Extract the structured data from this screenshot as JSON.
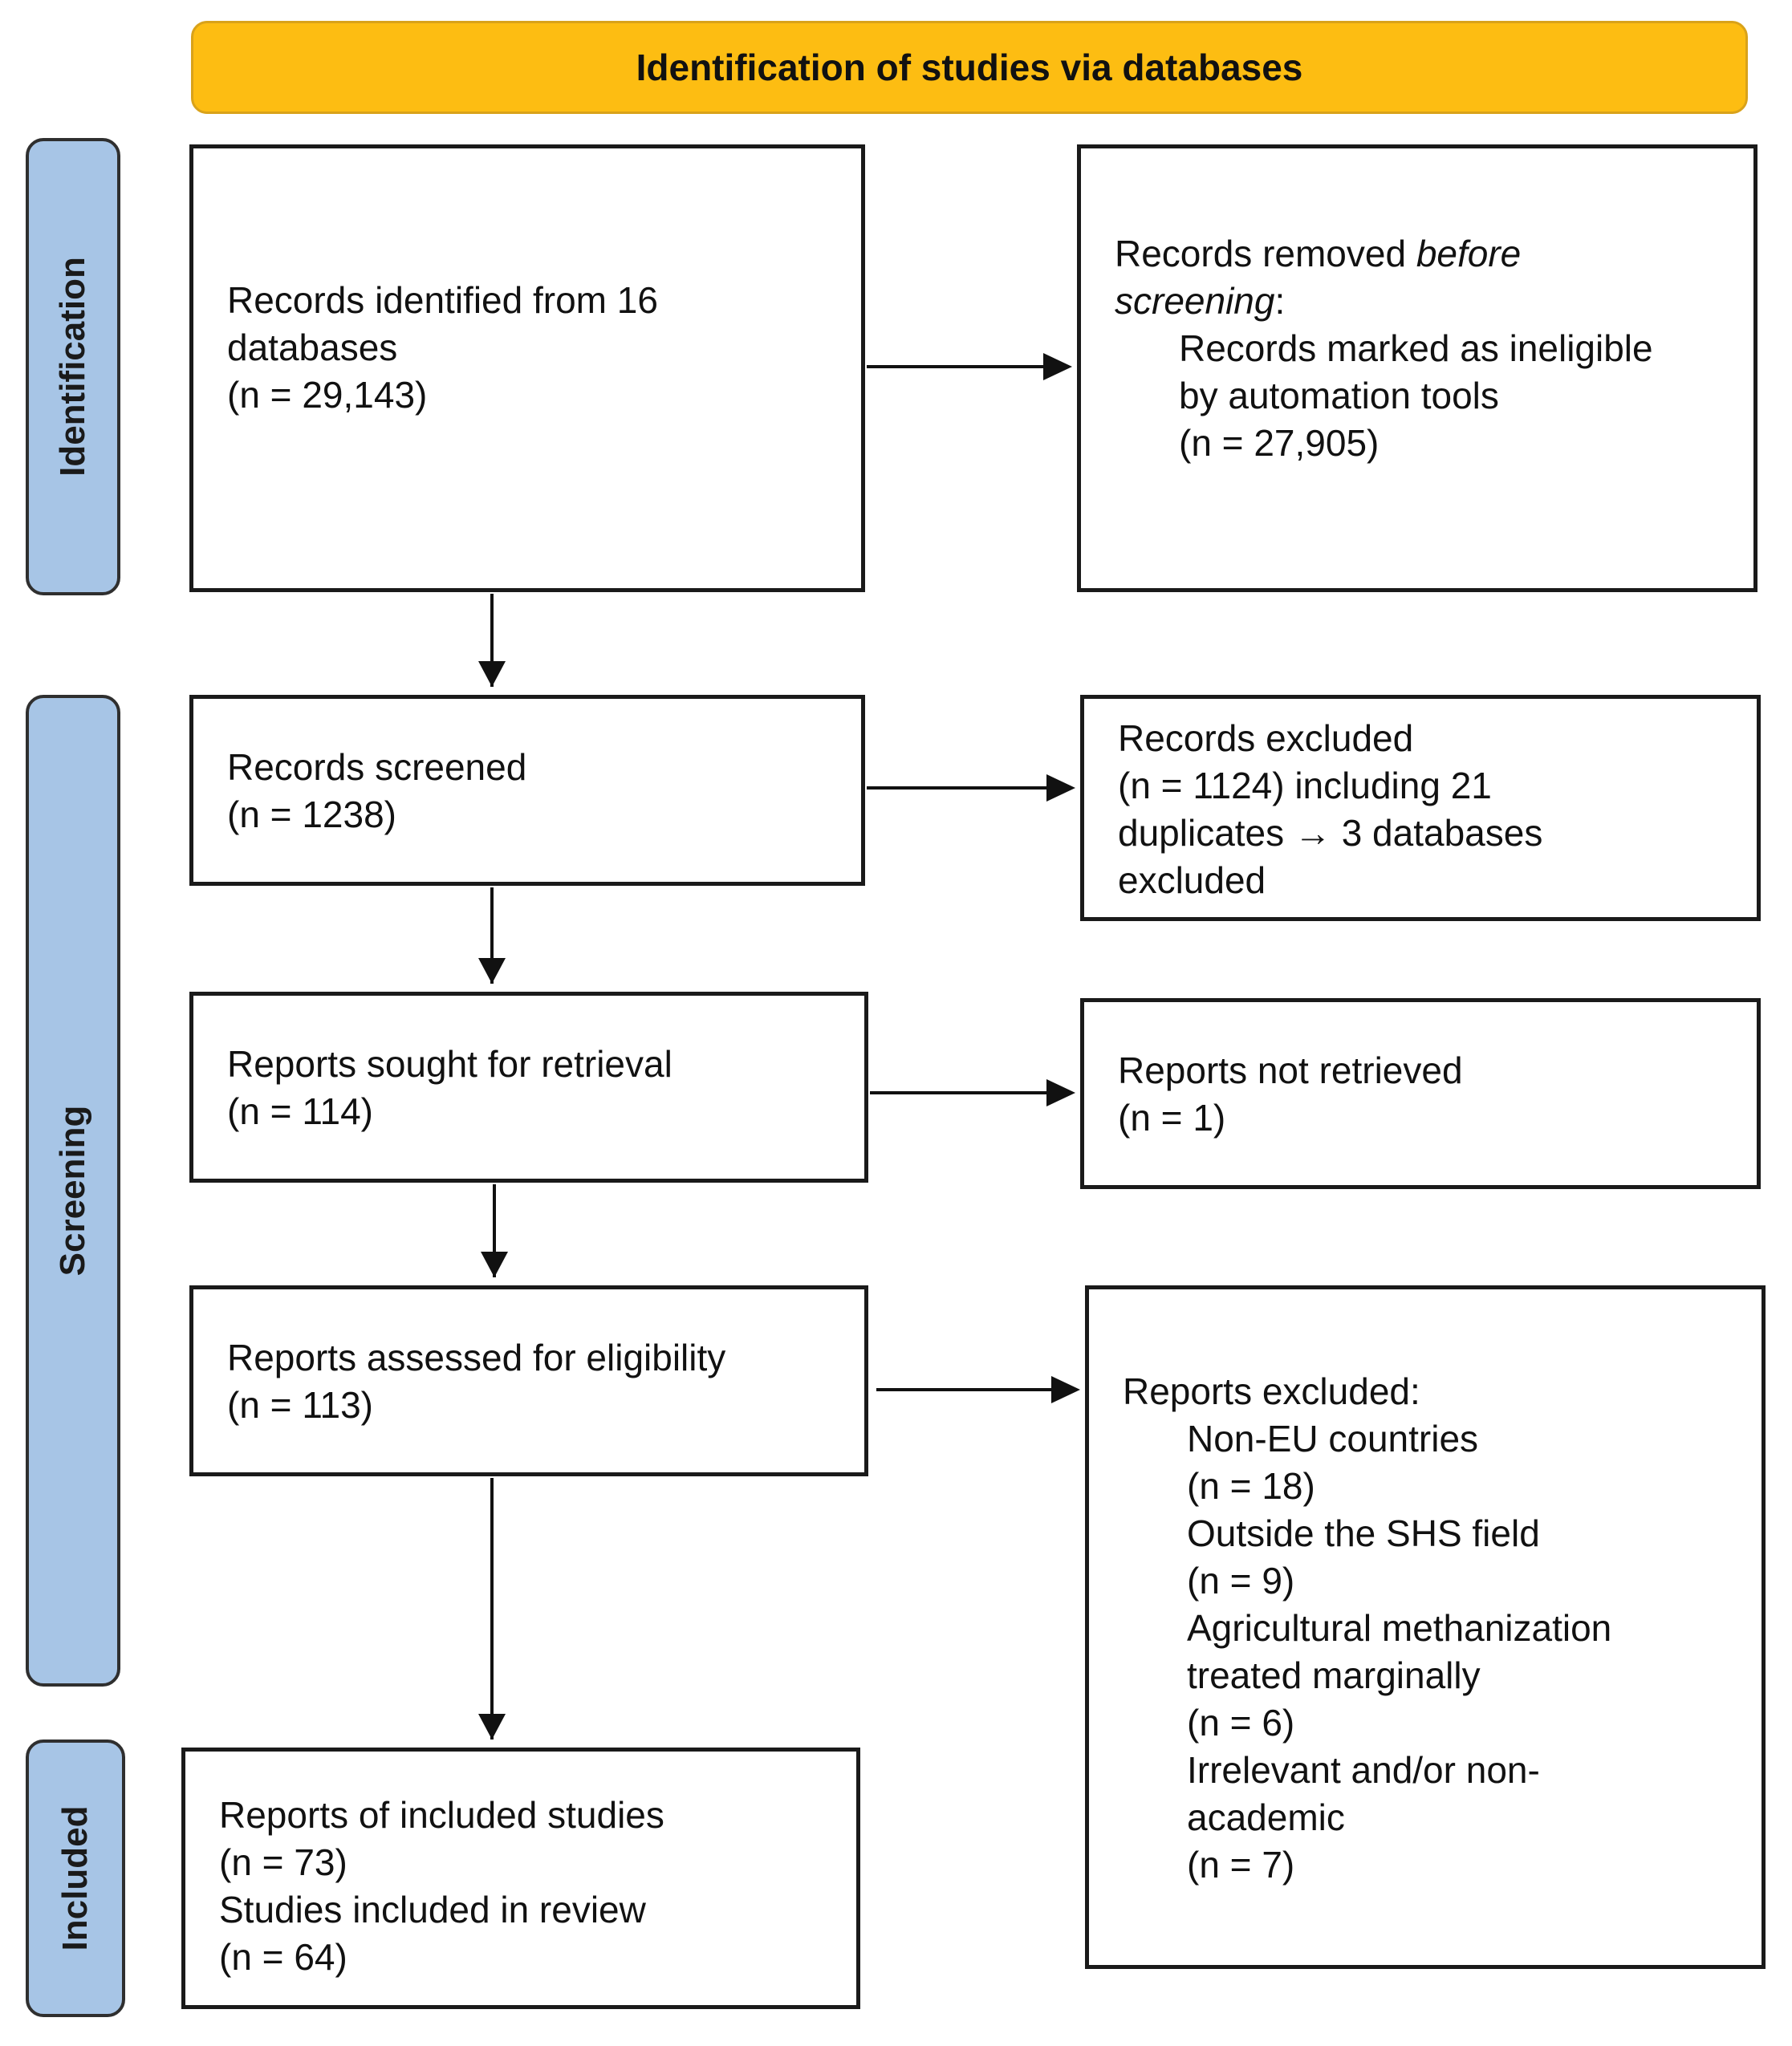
{
  "header": {
    "title": "Identification of studies via databases"
  },
  "stages": {
    "identification": "Identification",
    "screening": "Screening",
    "included": "Included"
  },
  "boxes": {
    "records_identified": {
      "lines": [
        "Records identified from 16",
        "databases",
        "(n = 29,143)"
      ]
    },
    "records_removed": {
      "heading_pre": "Records removed ",
      "heading_em1": "before",
      "heading_em2": "screening",
      "heading_post": ":",
      "items": [
        "Records marked as ineligible",
        "by automation tools",
        "(n = 27,905)"
      ]
    },
    "records_screened": {
      "lines": [
        "Records screened",
        "(n = 1238)"
      ]
    },
    "records_excluded": {
      "lines": [
        "Records excluded",
        "(n = 1124) including 21",
        "duplicates → 3 databases",
        "excluded"
      ]
    },
    "reports_sought": {
      "lines": [
        "Reports sought for retrieval",
        "(n = 114)"
      ]
    },
    "reports_not_retrieved": {
      "lines": [
        "Reports not retrieved",
        "(n = 1)"
      ]
    },
    "reports_assessed": {
      "lines": [
        "Reports assessed for eligibility",
        "(n = 113)"
      ]
    },
    "reports_excluded": {
      "heading": "Reports excluded:",
      "items": [
        "Non-EU countries",
        "(n = 18)",
        "Outside the SHS field",
        "(n = 9)",
        "Agricultural methanization",
        "treated marginally",
        "(n = 6)",
        "Irrelevant and/or non-",
        "academic",
        "(n = 7)"
      ]
    },
    "included_studies": {
      "lines": [
        "Reports of included studies",
        "(n = 73)",
        "Studies included in review",
        "(n = 64)"
      ]
    }
  }
}
